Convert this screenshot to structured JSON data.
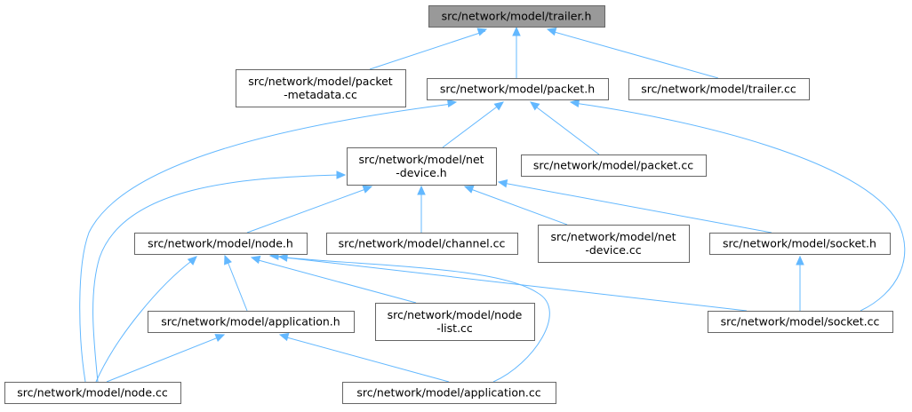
{
  "colors": {
    "edge": "#63b8ff",
    "root_fill": "#999999",
    "node_border": "#666666"
  },
  "nodes": {
    "trailer_h": [
      "src/network/model/trailer.h"
    ],
    "packet_metadata_cc": [
      "src/network/model/packet",
      "-metadata.cc"
    ],
    "packet_h": [
      "src/network/model/packet.h"
    ],
    "trailer_cc": [
      "src/network/model/trailer.cc"
    ],
    "net_device_h": [
      "src/network/model/net",
      "-device.h"
    ],
    "packet_cc": [
      "src/network/model/packet.cc"
    ],
    "node_h": [
      "src/network/model/node.h"
    ],
    "channel_cc": [
      "src/network/model/channel.cc"
    ],
    "net_device_cc": [
      "src/network/model/net",
      "-device.cc"
    ],
    "socket_h": [
      "src/network/model/socket.h"
    ],
    "application_h": [
      "src/network/model/application.h"
    ],
    "node_list_cc": [
      "src/network/model/node",
      "-list.cc"
    ],
    "socket_cc": [
      "src/network/model/socket.cc"
    ],
    "node_cc": [
      "src/network/model/node.cc"
    ],
    "application_cc": [
      "src/network/model/application.cc"
    ]
  }
}
